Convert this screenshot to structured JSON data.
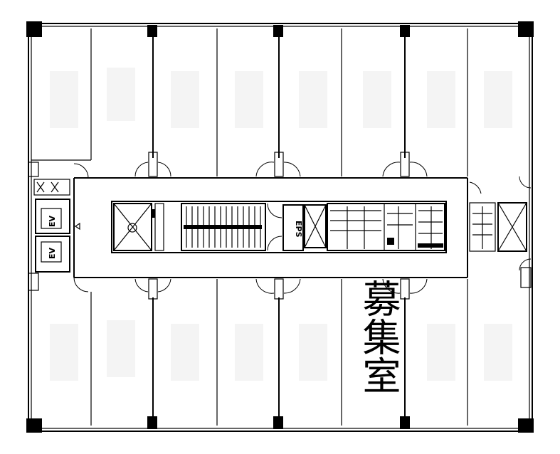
{
  "floorplan": {
    "elevator_labels": [
      "EV",
      "EV"
    ],
    "eps_label": "EPS",
    "vacancy_label": "募集室"
  }
}
